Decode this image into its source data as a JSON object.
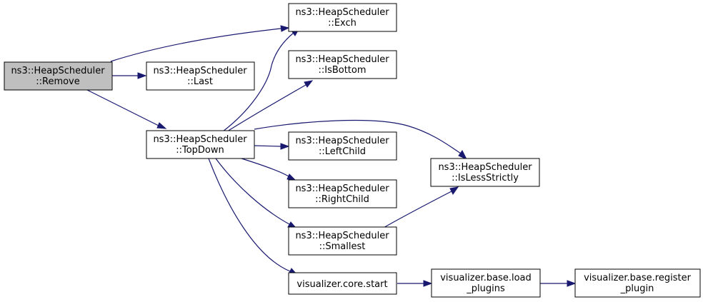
{
  "colors": {
    "node_fill": "#ffffff",
    "root_fill": "#bfbfbf",
    "edge": "#191970"
  },
  "nodes": {
    "remove": {
      "line1": "ns3::HeapScheduler",
      "line2": "::Remove"
    },
    "last": {
      "line1": "ns3::HeapScheduler",
      "line2": "::Last"
    },
    "topdown": {
      "line1": "ns3::HeapScheduler",
      "line2": "::TopDown"
    },
    "exch": {
      "line1": "ns3::HeapScheduler",
      "line2": "::Exch"
    },
    "isbottom": {
      "line1": "ns3::HeapScheduler",
      "line2": "::IsBottom"
    },
    "leftchild": {
      "line1": "ns3::HeapScheduler",
      "line2": "::LeftChild"
    },
    "rightchild": {
      "line1": "ns3::HeapScheduler",
      "line2": "::RightChild"
    },
    "smallest": {
      "line1": "ns3::HeapScheduler",
      "line2": "::Smallest"
    },
    "islessstrictly": {
      "line1": "ns3::HeapScheduler",
      "line2": "::IsLessStrictly"
    },
    "corestart": {
      "line1": "visualizer.core.start"
    },
    "loadplugins": {
      "line1": "visualizer.base.load",
      "line2": "_plugins"
    },
    "registerplugin": {
      "line1": "visualizer.base.register",
      "line2": "_plugin"
    }
  },
  "edges": [
    {
      "from": "remove",
      "to": "exch"
    },
    {
      "from": "remove",
      "to": "last"
    },
    {
      "from": "remove",
      "to": "topdown"
    },
    {
      "from": "topdown",
      "to": "exch"
    },
    {
      "from": "topdown",
      "to": "isbottom"
    },
    {
      "from": "topdown",
      "to": "islessstrictly"
    },
    {
      "from": "topdown",
      "to": "leftchild"
    },
    {
      "from": "topdown",
      "to": "rightchild"
    },
    {
      "from": "topdown",
      "to": "smallest"
    },
    {
      "from": "topdown",
      "to": "corestart"
    },
    {
      "from": "smallest",
      "to": "islessstrictly"
    },
    {
      "from": "corestart",
      "to": "loadplugins"
    },
    {
      "from": "loadplugins",
      "to": "registerplugin"
    }
  ]
}
